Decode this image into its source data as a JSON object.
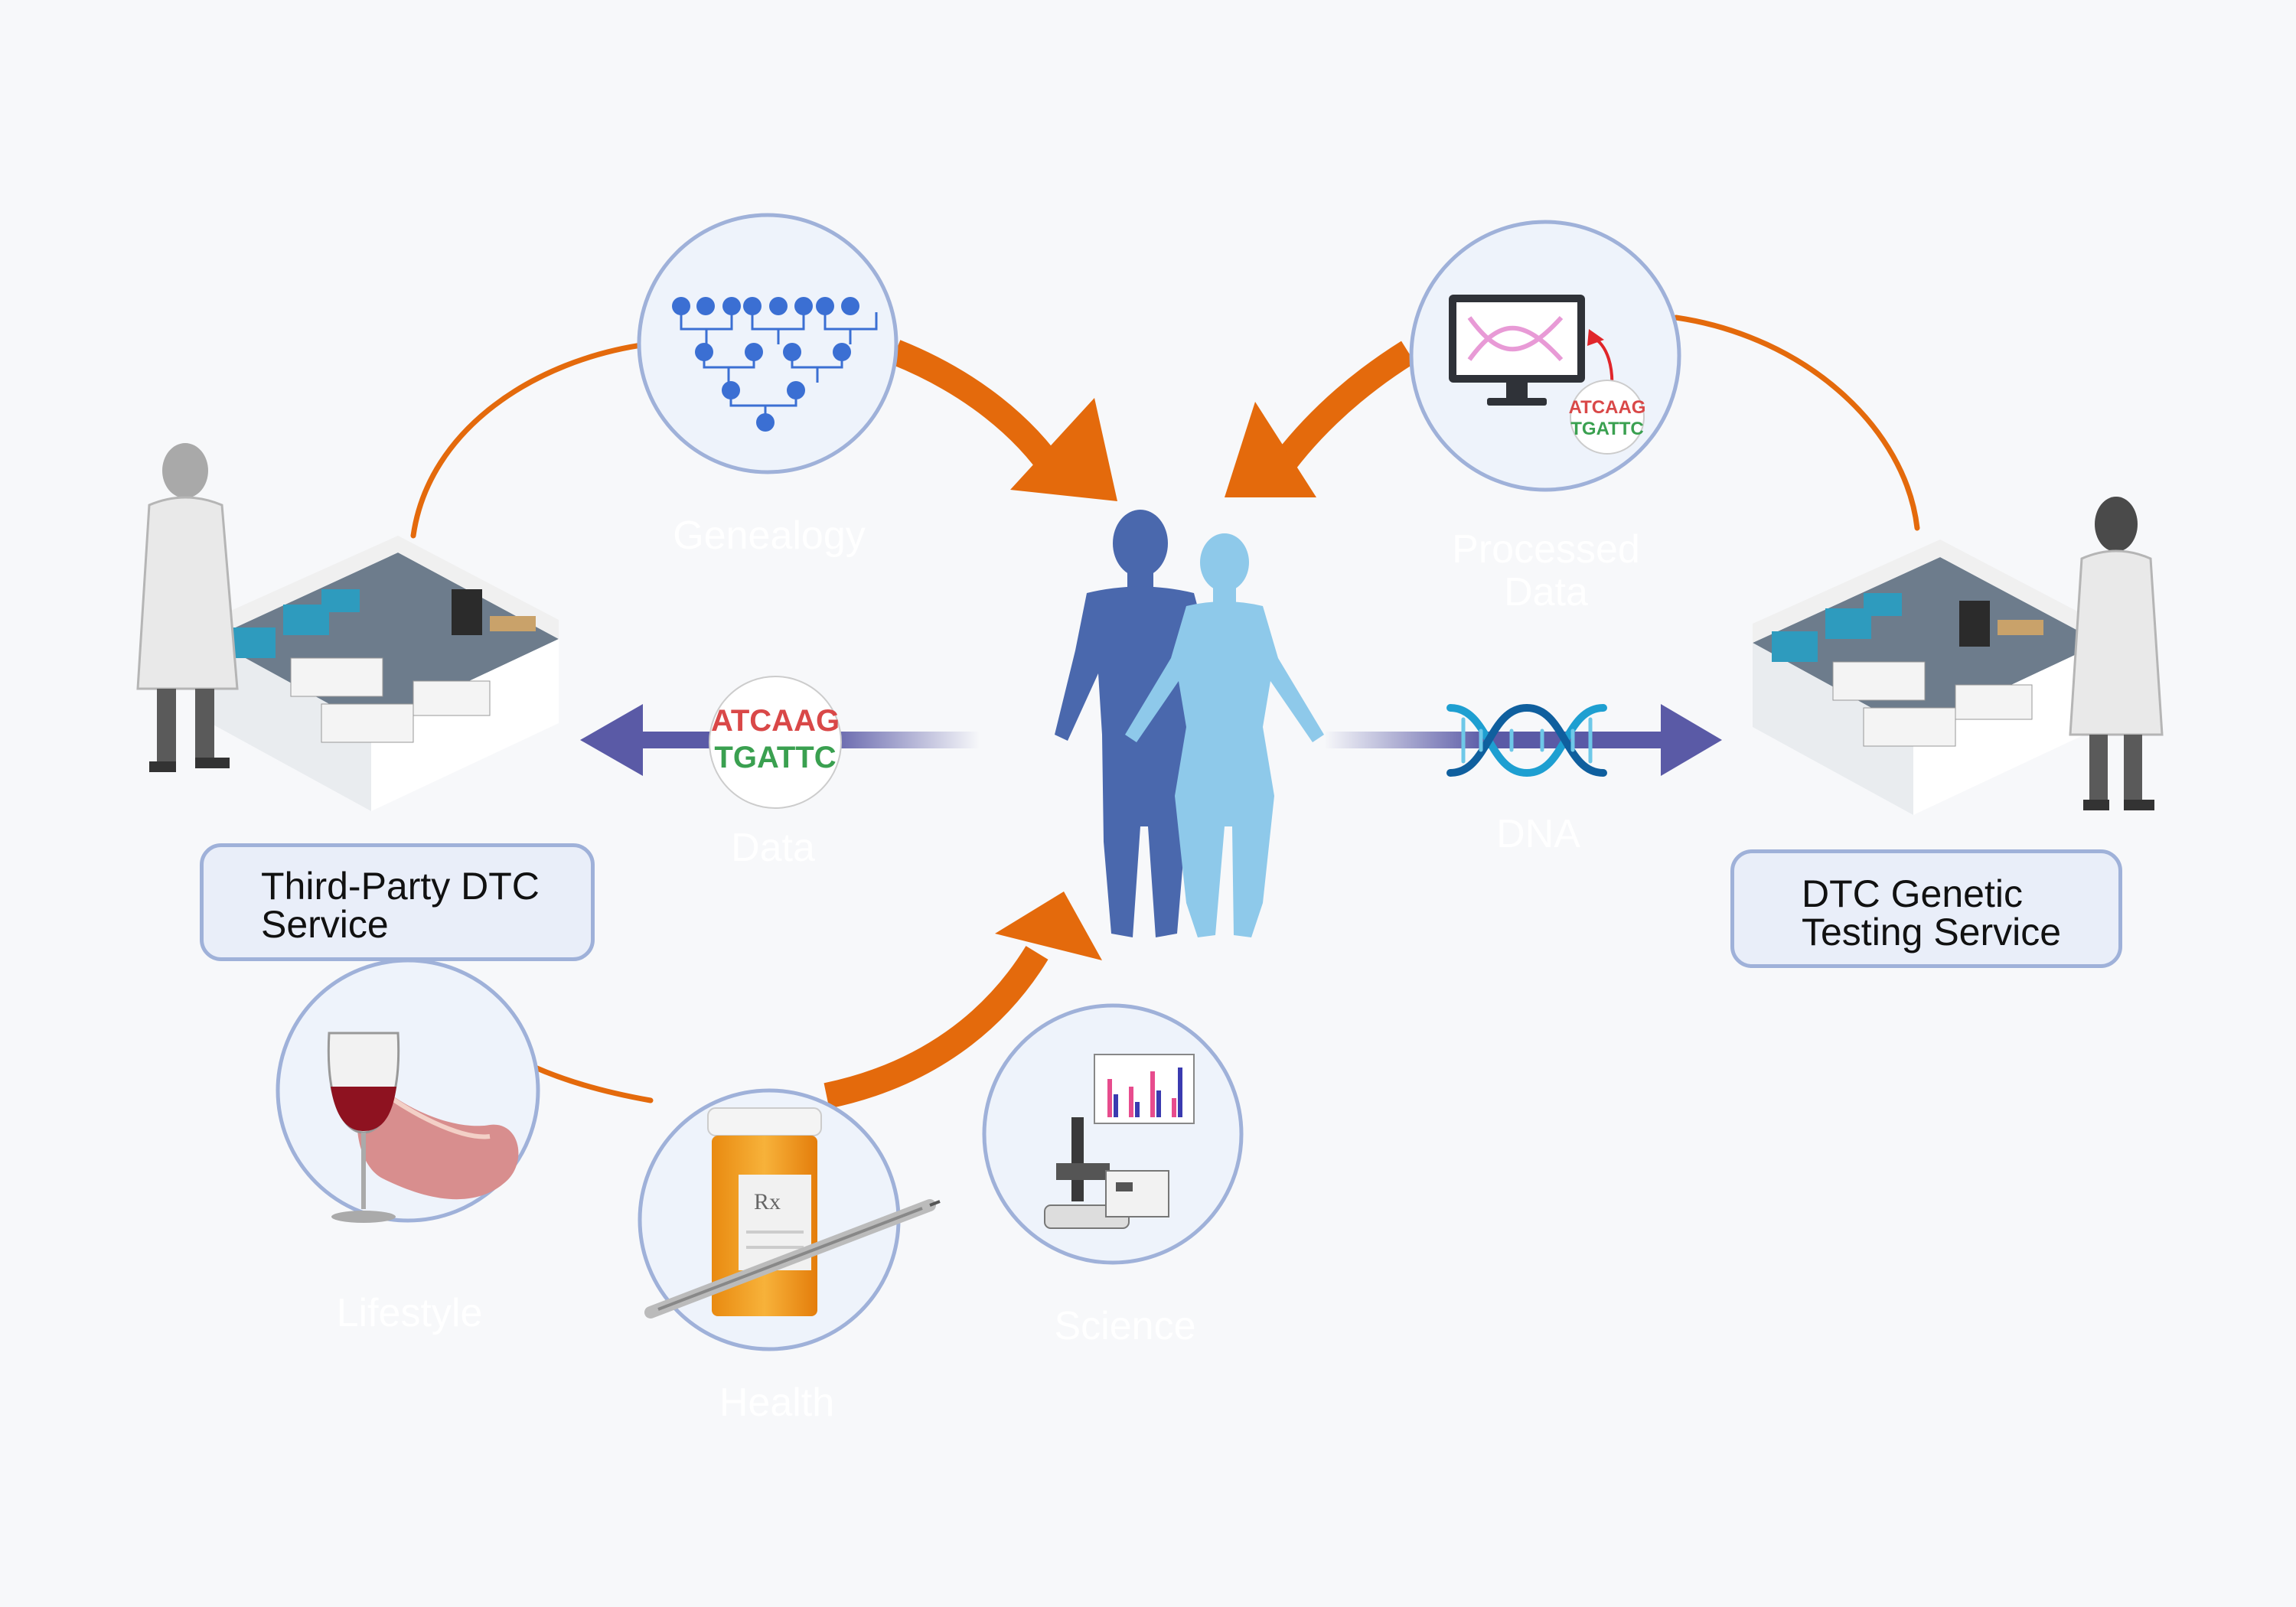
{
  "labels": {
    "genealogy": "Genealogy",
    "processed_data": "Processed\nData",
    "data": "Data",
    "dna": "DNA",
    "lifestyle": "Lifestyle",
    "health": "Health",
    "science": "Science"
  },
  "services": {
    "left": "Third-Party DTC\nService",
    "right": "DTC Genetic\nTesting Service"
  },
  "sequence": {
    "top": "ATCAAG",
    "bottom": "TGATTC"
  },
  "prescription_mark": "Rx",
  "colors": {
    "background": "#f7f8fa",
    "orange": "#e46a0c",
    "purple": "#5a5aa6",
    "circle_fill": "#eef3fb",
    "circle_stroke": "#9fb1d9",
    "male_figure": "#4a68ad",
    "female_figure": "#8ec9ea",
    "label_text": "#ffffff"
  },
  "icons": [
    "family-tree-icon",
    "monitor-dna-icon",
    "dna-sequence-icon",
    "dna-helix-icon",
    "wine-meat-icon",
    "pill-bottle-syringe-icon",
    "microscope-chart-icon",
    "laboratory-icon",
    "scientist-icon",
    "human-figures-icon"
  ]
}
